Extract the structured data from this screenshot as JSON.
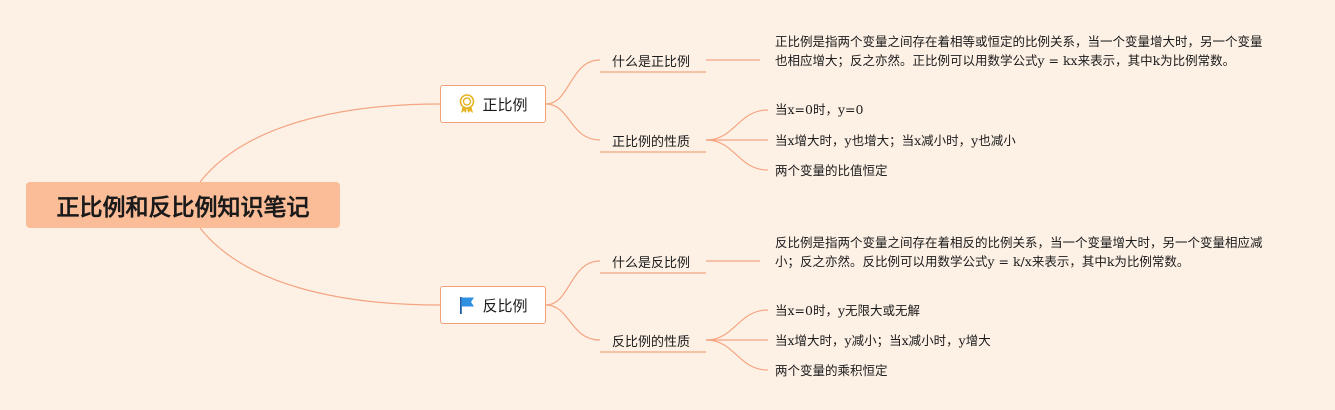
{
  "root": {
    "title": "正比例和反比例知识笔记"
  },
  "colors": {
    "background": "#fdf1e6",
    "root_fill": "#fbbd98",
    "connector": "#f4a582",
    "branch_border": "#f2a07a"
  },
  "branches": [
    {
      "label": "正比例",
      "icon": "award-ribbon-icon",
      "subtopics": [
        {
          "label": "什么是正比例",
          "items": [
            "正比例是指两个变量之间存在着相等或恒定的比例关系，当一个变量增大时，另一个变量也相应增大；反之亦然。正比例可以用数学公式y = kx来表示，其中k为比例常数。"
          ]
        },
        {
          "label": "正比例的性质",
          "items": [
            "当x=0时，y=0",
            "当x增大时，y也增大；当x减小时，y也减小",
            "两个变量的比值恒定"
          ]
        }
      ]
    },
    {
      "label": "反比例",
      "icon": "blue-flag-icon",
      "subtopics": [
        {
          "label": "什么是反比例",
          "items": [
            "反比例是指两个变量之间存在着相反的比例关系，当一个变量增大时，另一个变量相应减小；反之亦然。反比例可以用数学公式y = k/x来表示，其中k为比例常数。"
          ]
        },
        {
          "label": "反比例的性质",
          "items": [
            "当x=0时，y无限大或无解",
            "当x增大时，y减小；当x减小时，y增大",
            "两个变量的乘积恒定"
          ]
        }
      ]
    }
  ]
}
